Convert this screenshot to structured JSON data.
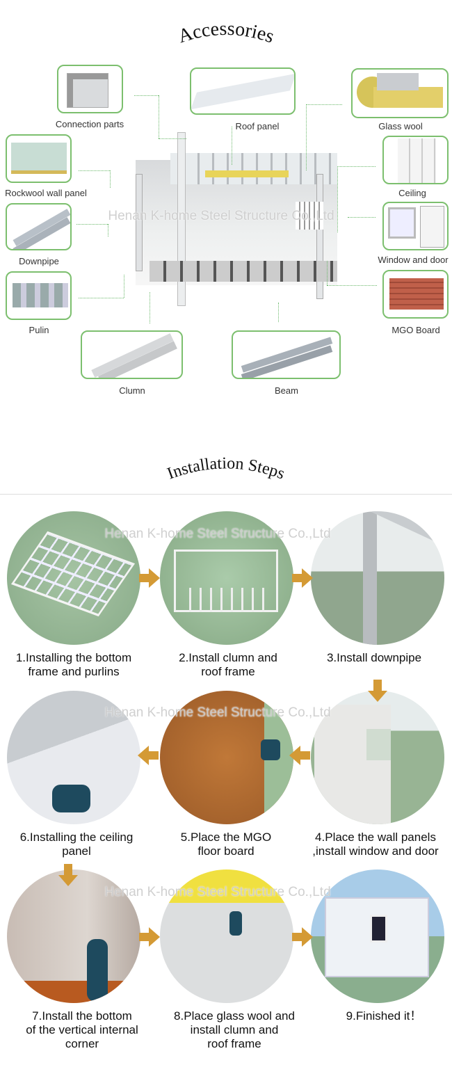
{
  "accessories": {
    "title": "Accessories",
    "items": {
      "connection_parts": "Connection parts",
      "roof_panel": "Roof panel",
      "glass_wool": "Glass wool",
      "rockwool": "Rockwool wall panel",
      "ceiling": "Ceiling",
      "downpipe": "Downpipe",
      "window_door": "Window and door",
      "pulin": "Pulin",
      "mgo": "MGO Board",
      "clumn": "Clumn",
      "beam": "Beam"
    }
  },
  "watermark": "Henan K-home Steel Structure Co.,Ltd",
  "installation": {
    "title": "Installation Steps",
    "steps": [
      {
        "l1": "1.Installing the bottom",
        "l2": "frame and purlins",
        "l3": ""
      },
      {
        "l1": "2.Install clumn and",
        "l2": "roof frame",
        "l3": ""
      },
      {
        "l1": "3.Install downpipe",
        "l2": "",
        "l3": ""
      },
      {
        "l1": "4.Place the wall panels",
        "l2": ",install window and door",
        "l3": ""
      },
      {
        "l1": "5.Place the MGO",
        "l2": "floor board",
        "l3": ""
      },
      {
        "l1": "6.Installing the ceiling",
        "l2": "panel",
        "l3": ""
      },
      {
        "l1": "7.Install the bottom",
        "l2": "of the vertical internal",
        "l3": "corner"
      },
      {
        "l1": "8.Place glass wool and",
        "l2": "install clumn and",
        "l3": "roof frame"
      },
      {
        "l1": "9.Finished it！",
        "l2": "",
        "l3": ""
      }
    ]
  }
}
